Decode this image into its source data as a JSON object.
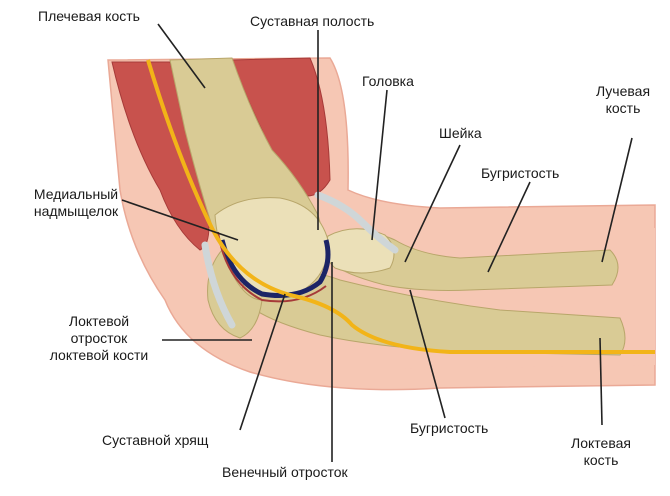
{
  "labels": {
    "humerus": "Плечевая кость",
    "joint_cavity": "Суставная полость",
    "head": "Головка",
    "neck": "Шейка",
    "radius_line1": "Лучевая",
    "radius_line2": "кость",
    "tuberosity_upper": "Бугристость",
    "medial_line1": "Медиальный",
    "medial_line2": "надмыщелок",
    "olecranon_line1": "Локтевой",
    "olecranon_line2": "отросток",
    "olecranon_line3": "локтевой кости",
    "cartilage": "Суставной хрящ",
    "tuberosity_lower": "Бугристость",
    "ulna_line1": "Локтевая",
    "ulna_line2": "кость",
    "coronoid": "Венечный отросток"
  },
  "colors": {
    "skin": "#f6c7b4",
    "skin_edge": "#eaa996",
    "muscle": "#c8524d",
    "muscle_dark": "#a63a38",
    "bone": "#d9cb95",
    "bone_light": "#ebe0b8",
    "bone_edge": "#b8a66a",
    "nerve": "#f2b418",
    "cartilage_blue": "#1c2466",
    "ligament": "#cfd6d8",
    "leader": "#222222"
  }
}
